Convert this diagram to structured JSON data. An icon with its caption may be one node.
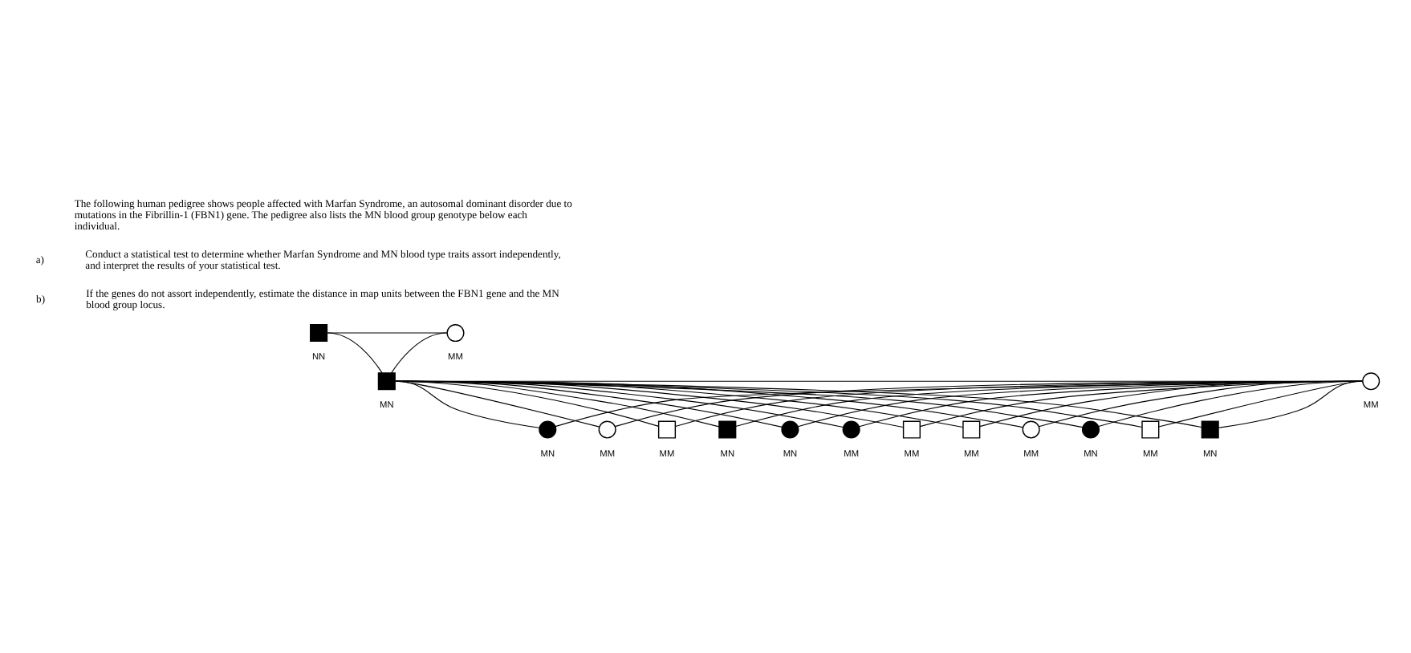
{
  "diagram": {
    "nodes": [
      {
        "text": [],
        "shape": "box",
        "beside": [
          "NN"
        ]
      },
      {
        "text": [],
        "shape": "circle",
        "beside": [
          "MM"
        ]
      },
      {
        "text": [],
        "shape": "box",
        "beside": [
          "MN"
        ]
      },
      {
        "text": [],
        "shape": "circle",
        "beside": [
          "MM"
        ]
      },
      {
        "text": [],
        "shape": "circle",
        "beside": [
          "MN"
        ]
      },
      {
        "text": [],
        "shape": "circle",
        "beside": [
          "MM"
        ]
      },
      {
        "text": [],
        "shape": "box",
        "beside": [
          "MM"
        ]
      },
      {
        "text": [],
        "shape": "box",
        "beside": [
          "MN"
        ]
      },
      {
        "text": [],
        "shape": "circle",
        "beside": [
          "MN"
        ]
      },
      {
        "text": [],
        "shape": "circle",
        "beside": [
          "MM"
        ]
      },
      {
        "text": [],
        "shape": "box",
        "beside": [
          "MM"
        ]
      },
      {
        "text": [],
        "shape": "box",
        "beside": [
          "MM"
        ]
      },
      {
        "text": [],
        "shape": "circle",
        "beside": [
          "MM"
        ]
      },
      {
        "text": [],
        "shape": "circle",
        "beside": [
          "MN"
        ]
      },
      {
        "text": [],
        "shape": "box",
        "beside": [
          "MM"
        ]
      },
      {
        "text": [],
        "shape": "box",
        "beside": [
          "MN"
        ]
      }
    ],
    "edges": [
      {
        "from": 0,
        "to": 1,
        "arrow": "none"
      },
      {
        "from": 0,
        "to": 2,
        "arrow": "none"
      },
      {
        "from": 1,
        "to": 2,
        "arrow": "none"
      },
      {
        "from": 2,
        "to": 3,
        "arrow": "none"
      },
      {
        "from": 2,
        "to": 4,
        "arrow": "none"
      },
      {
        "from": 3,
        "to": 4,
        "arrow": "none"
      },
      {
        "from": 2,
        "to": 5,
        "arrow": "none"
      },
      {
        "from": 3,
        "to": 5,
        "arrow": "none"
      },
      {
        "from": 2,
        "to": 6,
        "arrow": "none"
      },
      {
        "from": 3,
        "to": 6,
        "arrow": "none"
      },
      {
        "from": 2,
        "to": 7,
        "arrow": "none"
      },
      {
        "from": 3,
        "to": 7,
        "arrow": "none"
      },
      {
        "from": 2,
        "to": 8,
        "arrow": "none"
      },
      {
        "from": 3,
        "to": 8,
        "arrow": "none"
      },
      {
        "from": 2,
        "to": 9,
        "arrow": "none"
      },
      {
        "from": 3,
        "to": 9,
        "arrow": "none"
      },
      {
        "from": 2,
        "to": 10,
        "arrow": "none"
      },
      {
        "from": 3,
        "to": 10,
        "arrow": "none"
      },
      {
        "from": 2,
        "to": 11,
        "arrow": "none"
      },
      {
        "from": 3,
        "to": 11,
        "arrow": "none"
      },
      {
        "from": 2,
        "to": 12,
        "arrow": "none"
      },
      {
        "from": 3,
        "to": 12,
        "arrow": "none"
      },
      {
        "from": 2,
        "to": 13,
        "arrow": "none"
      },
      {
        "from": 3,
        "to": 13,
        "arrow": "none"
      },
      {
        "from": 2,
        "to": 14,
        "arrow": "none"
      },
      {
        "from": 3,
        "to": 14,
        "arrow": "none"
      },
      {
        "from": 2,
        "to": 15,
        "arrow": "none"
      },
      {
        "from": 3,
        "to": 15,
        "arrow": "none"
      }
    ],
    "labels": [
      "The following human pedigree shows people affected with Marfan Syndrome, an autosomal dominant disorder due to mutations in the Fibrillin-1 (FBN1) gene. The pedigree also lists the MN blood group genotype below each individual.",
      "a)",
      "Conduct a statistical test to determine whether Marfan Syndrome and MN blood type traits assort independently, and interpret the results of your statistical test.",
      "b)",
      "If the genes do not assort independently, estimate the distance in map units between the FBN1 gene and the MN blood group locus."
    ]
  }
}
